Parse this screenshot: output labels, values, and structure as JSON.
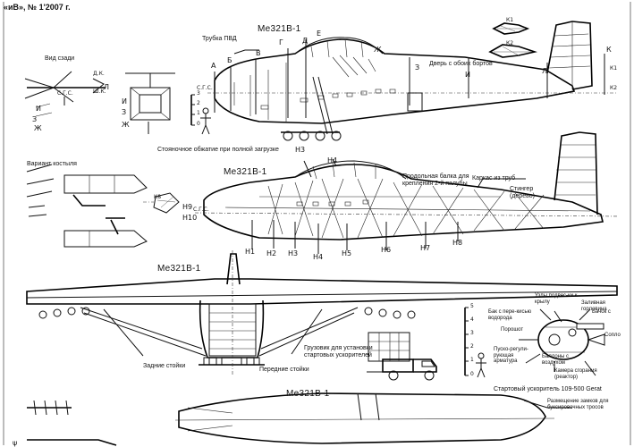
{
  "header": {
    "source": "«иВ», № 1'2007 г."
  },
  "titles": {
    "top": "Me321B-1",
    "middle": "Me321B-1",
    "front": "Me321B-1",
    "bottom": "Me321B-1"
  },
  "labels": {
    "rear_view": "Вид сзади",
    "pvd_tube": "Трубка ПВД",
    "door": "Дверь с обоих бортов",
    "parking_compression": "Стояночное обжатие при полной загрузке",
    "skid_variant": "Вариант костыля",
    "longitudinal_beam": "Продольная балка для крепления 2-й палубы",
    "tube_frame": "Каркас из труб",
    "stringer": "Стингер (дерево)",
    "rear_struts": "Задние стойки",
    "front_struts": "Передние стойки",
    "loader": "Грузовик для установки стартовых ускорителей",
    "wing_attach": "Узлы подвес-ки к крылу",
    "hydrogen_tank": "Бак с пере-кисью водорода",
    "powder": "Порошот",
    "fuel_tank": "Бачок с",
    "filler_neck": "Заливная горловина",
    "nozzle": "Сопло",
    "regulator": "Пуско-регули-рующая арматура",
    "air_bottles": "Баллоны с воздухом",
    "combustion": "Камера сгорания (реактор)",
    "rocket": "Стартовый ускоритель 109-500 Gerat",
    "cable_locks": "Размещение замков для буксировочных тросов",
    "psi_label": "ψ"
  },
  "section_marks": {
    "a": "А",
    "b": "Б",
    "v": "В",
    "g": "Г",
    "d": "Д",
    "e": "Е",
    "zh": "Ж",
    "z": "З",
    "i": "И",
    "k": "К",
    "l": "Л",
    "k1": "К1",
    "k2": "К2",
    "k8": "К8",
    "sgs": "С.Г.С.",
    "dk": "Д.К.",
    "shk": "Ш.К."
  },
  "stations": {
    "h1": "Н1",
    "h2": "Н2",
    "h3": "Н3",
    "h4": "Н4",
    "h5": "Н5",
    "h6": "Н6",
    "h7": "Н7",
    "h8": "Н8",
    "h9": "Н9",
    "h10": "Н10"
  },
  "scale_ticks": [
    "3",
    "2",
    "1",
    "0"
  ],
  "scale_ticks_right": [
    "5",
    "4",
    "3",
    "2",
    "1",
    "0"
  ]
}
